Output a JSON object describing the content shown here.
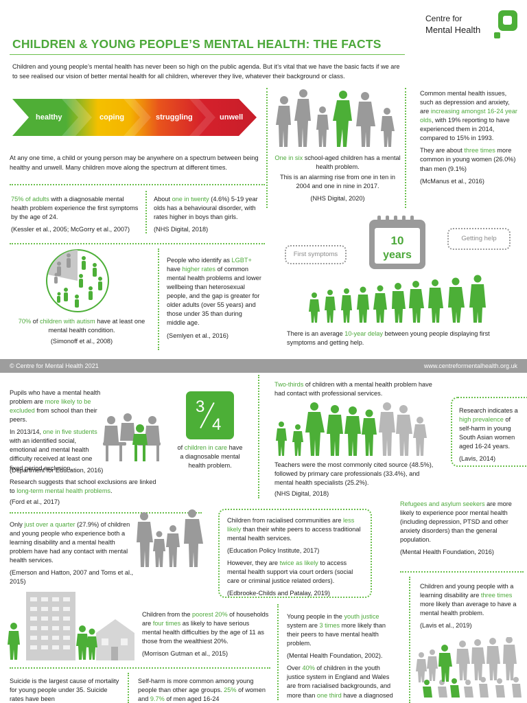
{
  "header": {
    "title": "CHILDREN & YOUNG PEOPLE’S MENTAL HEALTH: THE FACTS",
    "logo_line1": "Centre for",
    "logo_line2": "Mental Health"
  },
  "intro": "Children and young people’s mental health has never been so high on the public agenda. But it’s vital that we have the basic facts if we are to see realised our vision of better mental health for all children, wherever they live, whatever their background or class.",
  "spectrum": {
    "stages": [
      "healthy",
      "coping",
      "struggling",
      "unwell"
    ],
    "text": "At any one time, a child or young person may be anywhere on a spectrum between being healthy and unwell. Many children move along the spectrum at different times."
  },
  "one_in_six": {
    "lead_green": "One in six",
    "lead_rest": " school-aged children has a mental health problem.",
    "text": "This is an alarming rise from one in ten in 2004 and one in nine in 2017.",
    "source": "(NHS Digital, 2020)"
  },
  "common_issues": {
    "pre": "Common mental health issues, such as depression and anxiety, are ",
    "green": "increasing amongst 16-24 year olds",
    "post": ", with 19% reporting to have experienced them in 2014, compared to 15% in 1993.",
    "p2_pre": "They are about ",
    "p2_green": "three times",
    "p2_post": " more common in young women (26.0%) than men (9.1%)",
    "source": "(McManus et al., 2016)"
  },
  "adults_75": {
    "green": "75% of adults",
    "rest": " with a diagnosable mental health problem experience the first symptoms by the age of 24.",
    "source": "(Kessler et al., 2005; McGorry et al., 2007)"
  },
  "one_in_twenty": {
    "pre": "About ",
    "green": "one in twenty",
    "rest": " (4.6%) 5-19 year olds has a behavioural disorder, with rates higher in boys than girls.",
    "source": "(NHS Digital, 2018)"
  },
  "delay": {
    "bubble_left": "First symptoms",
    "bubble_right": "Getting help",
    "calendar_number": "10",
    "calendar_unit": "years",
    "pre": "There is an average ",
    "green": "10-year delay",
    "post": " between young people displaying first symptoms and getting help."
  },
  "autism": {
    "green1": "70%",
    "mid": " of ",
    "green2": "children with autism",
    "rest": " have at least one mental health condition.",
    "source": "(Simonoff et al., 2008)"
  },
  "lgbt": {
    "pre": "People who identify as ",
    "green1": "LGBT+",
    "mid": " have ",
    "green2": "higher rates",
    "rest": " of common mental health problems and lower wellbeing than heterosexual people, and the gap is greater for older adults (over 55 years) and those under 35 than during middle age.",
    "source": "(Semlyen et al., 2016)"
  },
  "footer_band": {
    "left": "© Centre for Mental Health 2021",
    "right": "www.centreformentalhealth.org.uk"
  },
  "exclusion": {
    "p1_pre": "Pupils who have a mental health problem are ",
    "p1_green": "more likely to be excluded",
    "p1_post": " from school than their peers.",
    "p2_pre": "In 2013/14, ",
    "p2_green": "one in five students",
    "p2_post": " with an identified social, emotional and mental health difficulty received at least one fixed period exclusion.",
    "src1": "(Department for Education, 2016)",
    "p3_pre": "Research suggests that school exclusions are linked to ",
    "p3_green": "long-term mental health problems",
    "p3_post": ".",
    "src2": "(Ford et al., 2017)"
  },
  "care": {
    "fraction_num": "3",
    "fraction_den": "4",
    "pre": "of ",
    "green": "children in care",
    "post": " have a diagnosable mental health problem."
  },
  "two_thirds": {
    "green": "Two-thirds",
    "rest": " of children with a mental health problem have had contact with professional services.",
    "teachers": "Teachers were the most commonly cited source (48.5%), followed by primary care professionals (33.4%), and mental health specialists (25.2%).",
    "source": "(NHS Digital, 2018)"
  },
  "south_asian": {
    "pre": "Research indicates a ",
    "green": "high prevalence",
    "post": " of self-harm in young South Asian women aged 16-24 years.",
    "source": "(Lavis, 2014)"
  },
  "quarter": {
    "pre": "Only ",
    "green": "just over a quarter",
    "post": " (27.9%) of children and young people who experience both a learning disability and a mental health problem have had any contact with mental health services.",
    "source": "(Emerson and Hatton, 2007 and Toms et al., 2015)"
  },
  "racialised": {
    "p1_pre": "Children from racialised communities are ",
    "p1_green": "less likely",
    "p1_post": " than their white peers to access traditional mental health services.",
    "src1": "(Education Policy Institute, 2017)",
    "p2_pre": "However, they are ",
    "p2_green": "twice as likely",
    "p2_post": " to access mental health support via court orders (social care or criminal justice related orders).",
    "src2": "(Edbrooke-Childs and Patalay, 2019)"
  },
  "refugees": {
    "green": "Refugees and asylum seekers",
    "rest": " are more likely to experience poor mental health (including depression, PTSD and other anxiety disorders) than the general population.",
    "source": "(Mental Health Foundation, 2016)"
  },
  "poorest": {
    "pre": "Children from the ",
    "green1": "poorest 20%",
    "mid": " of households are ",
    "green2": "four times",
    "rest": " as likely to have serious mental health difficulties by the age of 11 as those from the wealthiest 20%.",
    "source": "(Morrison Gutman et al., 2015)"
  },
  "youth_justice": {
    "pre": "Young people in the ",
    "green1": "youth justice",
    "mid": " system are ",
    "green2": "3 times",
    "rest": " more likely than their peers to have mental health problem.",
    "source": "(Mental Health Foundation, 2002).",
    "p2_pre": "Over ",
    "p2_green1": "40%",
    "p2_mid": " of children in the youth justice system in England and Wales are from racialised backgrounds, and more than ",
    "p2_green2": "one third",
    "p2_post": " have a diagnosed"
  },
  "learning_disability": {
    "pre": "Children and young people with a learning disability are ",
    "green": "three times",
    "post": " more likely than average to have a mental health problem.",
    "source": "(Lavis et al., 2019)"
  },
  "suicide": {
    "text": "Suicide is the largest cause of mortality for young people under 35. Suicide rates have been"
  },
  "self_harm": {
    "pre": "Self-harm is more common among young people than other age groups. ",
    "green1": "25%",
    "mid": " of women and ",
    "green2": "9.7%",
    "post": " of men aged 16-24"
  },
  "colors": {
    "green": "#4ca83a",
    "grey_band": "#9d9d9d",
    "healthy": "#4fae36",
    "coping": "#f4b400",
    "struggling": "#e8541c",
    "unwell": "#d5202b"
  }
}
